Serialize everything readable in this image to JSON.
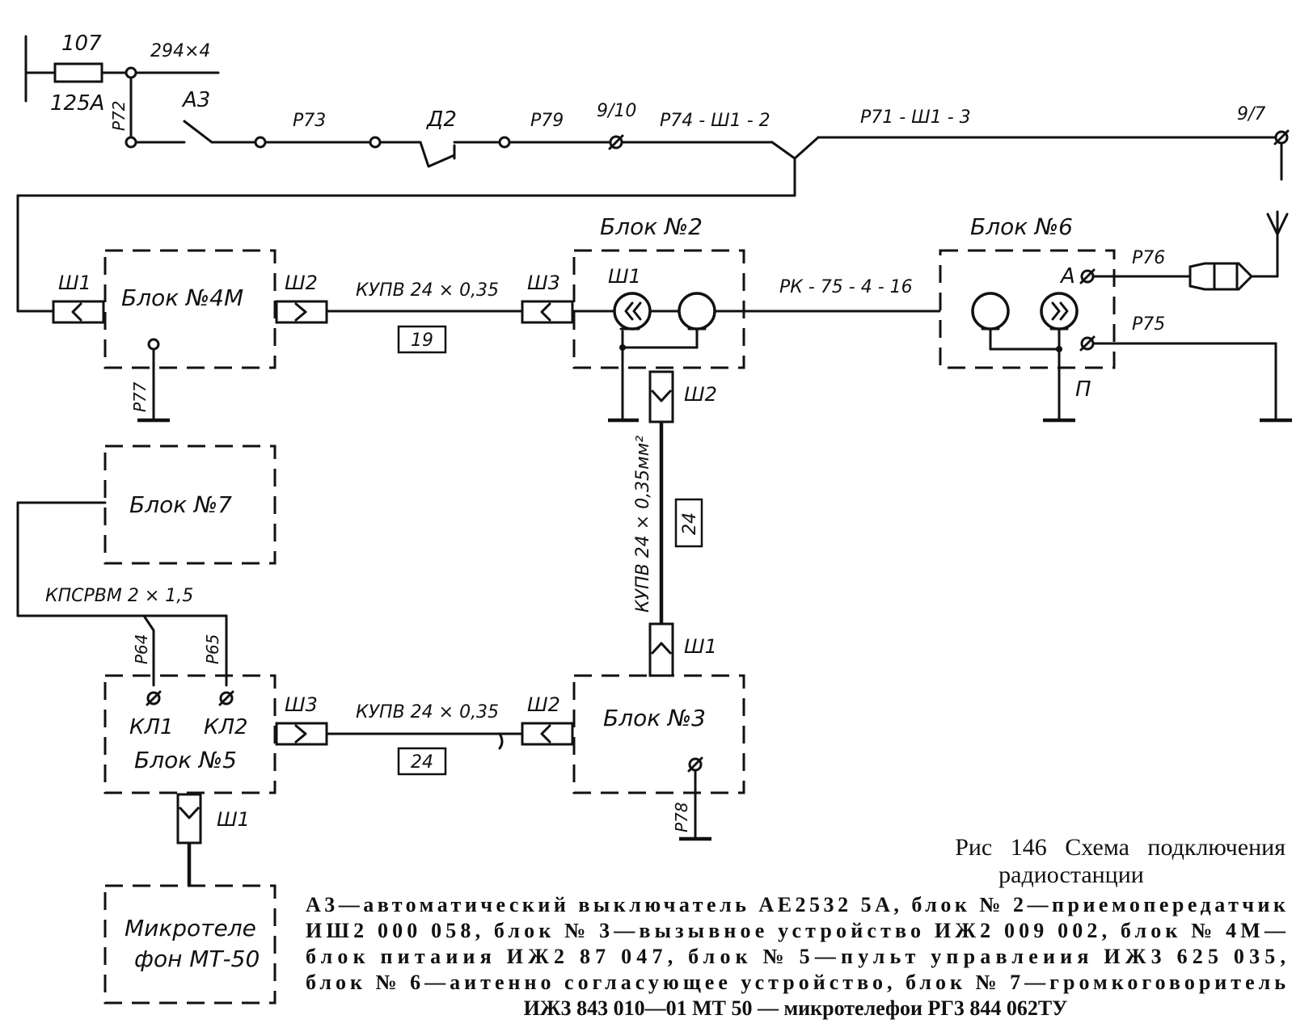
{
  "labels": {
    "fuse_num": "107",
    "fuse_rating": "125А",
    "cable_294": "294×4",
    "p72": "Р72",
    "a3": "А3",
    "p73": "Р73",
    "d2": "Д2",
    "p79": "Р79",
    "t_9_10": "9/10",
    "p74": "Р74 - Ш1 - 2",
    "p71": "Р71 - Ш1 - 3",
    "t_9_7": "9/7",
    "p76": "Р76",
    "p75": "Р75",
    "term_a": "А",
    "term_p": "П",
    "p77": "Р77",
    "p78": "Р78",
    "p64": "Р64",
    "p65": "Р65",
    "rk_cable": "РК - 75 - 4 - 16",
    "kupv_top": "КУПВ 24 × 0,35",
    "kupv_bottom": "КУПВ 24 × 0,35",
    "kupv_vertical": "КУПВ 24 × 0,35мм²",
    "kpsrvm": "КПСРВМ 2 × 1,5",
    "box_19": "19",
    "box_24_v": "24",
    "box_24_b": "24",
    "b4_w1": "Ш1",
    "b4_w2": "Ш2",
    "b2_w3": "Ш3",
    "b2_w1": "Ш1",
    "b2_w2": "Ш2",
    "b3_w1": "Ш1",
    "b3_w2": "Ш2",
    "b5_w3": "Ш3",
    "b5_w1": "Ш1",
    "kl1": "КЛ1",
    "kl2": "КЛ2"
  },
  "blocks": {
    "b2": "Блок №2",
    "b3": "Блок №3",
    "b4m": "Блок №4М",
    "b5": "Блок №5",
    "b6": "Блок №6",
    "b7": "Блок №7",
    "mt_line1": "Микротеле",
    "mt_line2": "фон МТ-50"
  },
  "caption": {
    "title_line1": "Рис   146   Схема   подключения",
    "title_line2": "радиостанции",
    "legend": [
      "А3—автоматический выключатель АЕ2532 5А, блок № 2—приемопередатчик",
      "ИШ2 000 058, блок № 3—вызывное устройство ИЖ2 009 002, блок № 4М—",
      "блок питаиия ИЖ2 87 047, блок № 5—пульт управлеиия ИЖ3 625 035,",
      "блок № 6—аитенно согласующее устройство, блок № 7—громкоговоритель",
      "ИЖ3 843 010—01  МТ 50 — микротелефои РГ3 844 062ТУ"
    ]
  }
}
